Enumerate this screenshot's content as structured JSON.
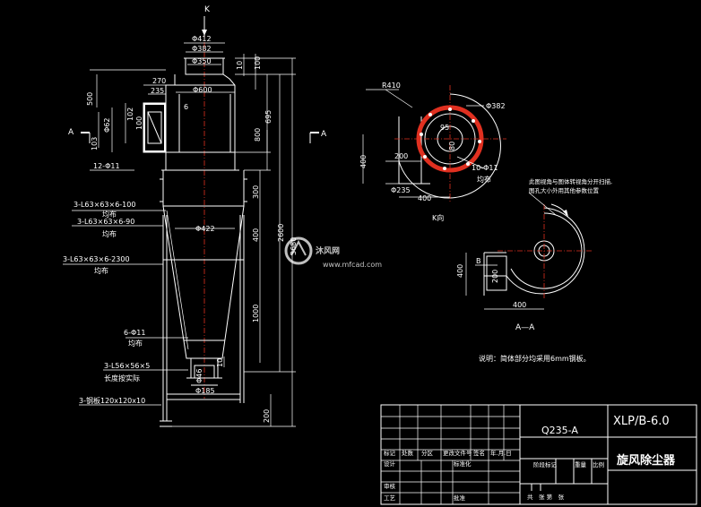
{
  "labels": {
    "k_arrow": "K",
    "section_a_left": "A",
    "section_a_right": "A",
    "d412": "Φ412",
    "d382": "Φ382",
    "d350": "Φ350",
    "d600": "Φ600",
    "d422": "Φ422",
    "d46": "Φ46",
    "d185": "Φ185",
    "d382_k": "Φ382",
    "d95": "95",
    "d80": "80",
    "d62": "Φ62",
    "d100": "100",
    "d6": "6",
    "d10": "10",
    "d100b": "100",
    "d270": "270",
    "d235": "235",
    "d500": "500",
    "d103": "103",
    "d102": "102",
    "d695": "695",
    "d800": "800",
    "d300": "300",
    "d400v": "400",
    "d2600": "2600",
    "d3680": "3680",
    "d1000": "1000",
    "d10b": "10",
    "d200v": "200",
    "r410": "R410",
    "d400_k": "400",
    "d200_k": "200",
    "d235_k": "Φ235",
    "d400_k2": "400",
    "holes_k": "10-Φ11",
    "even_k": "均布",
    "k_view": "K向",
    "aa_note1": "此图视角与图体转视角分开扫描,",
    "aa_note2": "图孔大小外用其他参数位置",
    "d400_aa": "400",
    "b_aa": "B",
    "d200_aa": "200",
    "d400_aa2": "400",
    "aa_view": "A—A",
    "holes_12": "12-Φ11",
    "angle1": "3-L63×63×6-100",
    "even1": "均布",
    "angle2": "3-L63×63×6-90",
    "even2": "均布",
    "angle3": "3-L63×63×6-2300",
    "even3": "均布",
    "holes_6": "6-Φ11",
    "even4": "均布",
    "angle4": "3-L56×56×5",
    "install": "长度按实际",
    "plate": "3-钢板120x120x10",
    "note": "说明：简体部分均采用6mm钢板。",
    "watermark_cn": "沐风网",
    "watermark_url": "www.mfcad.com"
  },
  "title_block": {
    "material": "Q235-A",
    "code": "XLP/B-6.0",
    "name": "旋风除尘器",
    "row_labels": [
      "标记",
      "处数",
      "分区",
      "更改文件号",
      "签名",
      "年.月.日"
    ],
    "design": "设计",
    "standard": "标准化",
    "check": "审核",
    "process": "工艺",
    "approve": "批准",
    "stage_mark": "阶段标记",
    "weight": "重量",
    "scale": "比例",
    "sheet": "共　张 第　张"
  }
}
